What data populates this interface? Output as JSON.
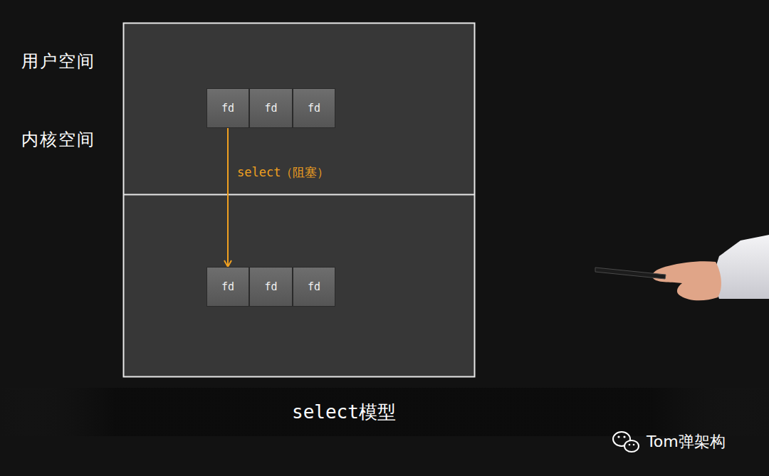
{
  "diagram": {
    "caption": "select模型",
    "nodes": [
      {
        "text": [
          "fd"
        ]
      },
      {
        "text": [
          "fd"
        ]
      },
      {
        "text": [
          "fd"
        ]
      },
      {
        "text": [
          "fd"
        ]
      },
      {
        "text": [
          "fd"
        ]
      },
      {
        "text": [
          "fd"
        ]
      }
    ],
    "edges": [
      {
        "from": 0,
        "to": 3,
        "label": "select（阻塞）",
        "arrow": "to"
      }
    ],
    "labels": [
      "用户空间",
      "内核空间",
      "Tom弹架构"
    ]
  }
}
